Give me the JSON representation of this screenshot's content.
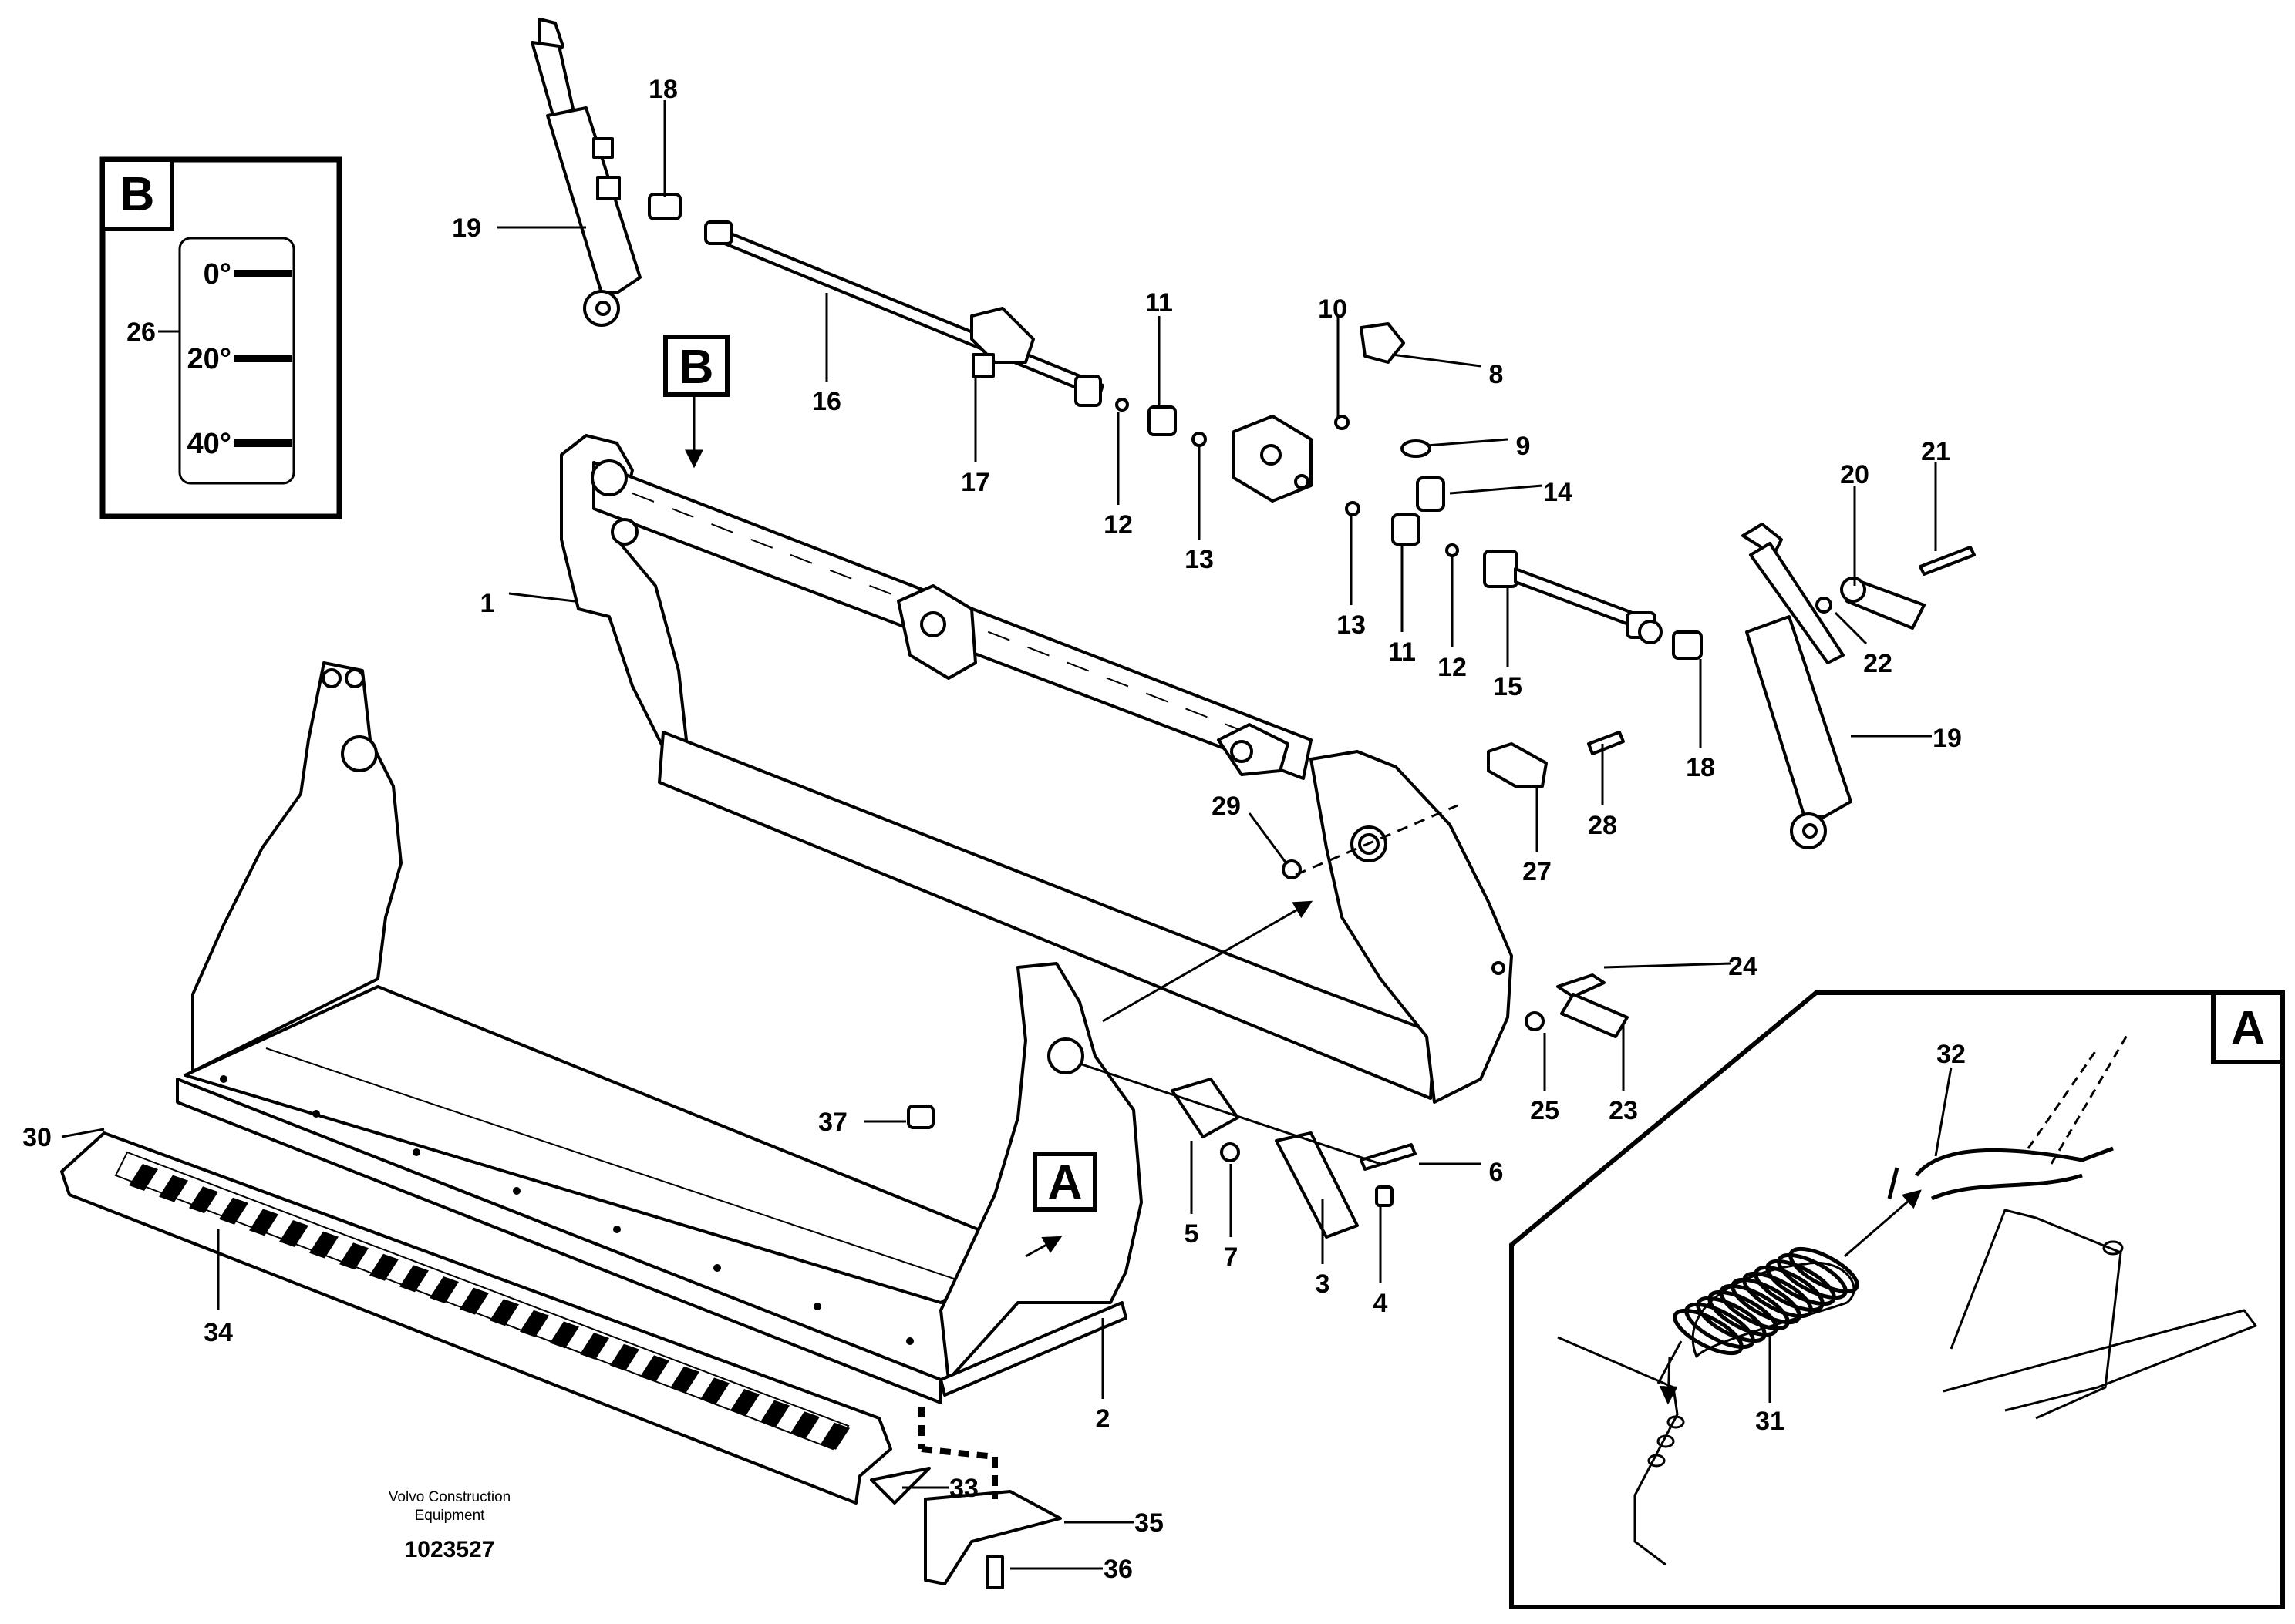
{
  "diagram": {
    "part_labels": [
      "1",
      "2",
      "3",
      "4",
      "5",
      "6",
      "7",
      "8",
      "9",
      "10",
      "11",
      "12",
      "13",
      "13",
      "11",
      "12",
      "14",
      "15",
      "16",
      "17",
      "18",
      "18",
      "19",
      "19",
      "20",
      "21",
      "22",
      "23",
      "24",
      "25",
      "26",
      "27",
      "28",
      "29",
      "30",
      "31",
      "32",
      "33",
      "34",
      "35",
      "36",
      "37"
    ],
    "callouts": {
      "b_main": "B",
      "b_inset": "B",
      "a_main": "A",
      "a_inset": "A"
    },
    "inset_b_scale": [
      "0°",
      "20°",
      "40°"
    ],
    "footer": {
      "company_line1": "Volvo Construction",
      "company_line2": "Equipment",
      "drawing_number": "1023527"
    },
    "colors": {
      "line": "#000000",
      "background": "#ffffff"
    }
  }
}
